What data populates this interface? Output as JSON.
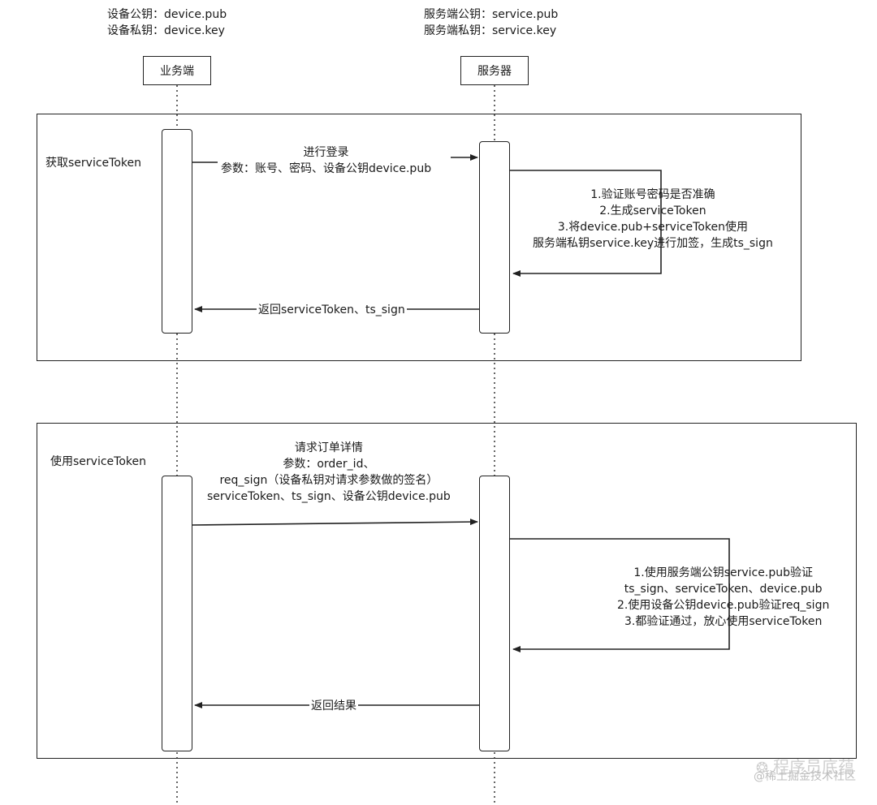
{
  "keys": {
    "client": [
      "设备公钥：device.pub",
      "设备私钥：device.key"
    ],
    "server": [
      "服务端公钥：service.pub",
      "服务端私钥：service.key"
    ]
  },
  "actors": {
    "client": "业务端",
    "server": "服务器"
  },
  "frames": [
    {
      "label": "获取serviceToken",
      "request": [
        "进行登录",
        "参数：账号、密码、设备公钥device.pub"
      ],
      "note": [
        "1.验证账号密码是否准确",
        "2.生成serviceToken",
        "3.将device.pub+serviceToken使用",
        "服务端私钥service.key进行加签，生成ts_sign"
      ],
      "response": "返回serviceToken、ts_sign"
    },
    {
      "label": "使用serviceToken",
      "request": [
        "请求订单详情",
        "参数：order_id、",
        "req_sign（设备私钥对请求参数做的签名）",
        "serviceToken、ts_sign、设备公钥device.pub"
      ],
      "note": [
        "1.使用服务端公钥service.pub验证",
        "ts_sign、serviceToken、device.pub",
        "2.使用设备公钥device.pub验证req_sign",
        "3.都验证通过，放心使用serviceToken"
      ],
      "response": "返回结果"
    }
  ],
  "watermark": {
    "main": "程序员底蕴",
    "sub": "@稀土掘金技术社区"
  }
}
